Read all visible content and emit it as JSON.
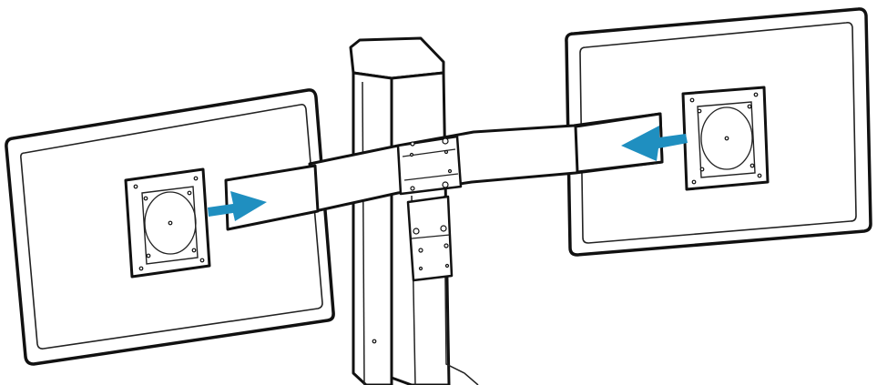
{
  "diagram": {
    "steps": [
      {
        "id": "attach-left-monitor",
        "direction": "right"
      },
      {
        "id": "attach-right-monitor",
        "direction": "left"
      }
    ],
    "colors": {
      "line": "#111111",
      "background": "#ffffff",
      "arrow": "#1f8fc0"
    }
  }
}
